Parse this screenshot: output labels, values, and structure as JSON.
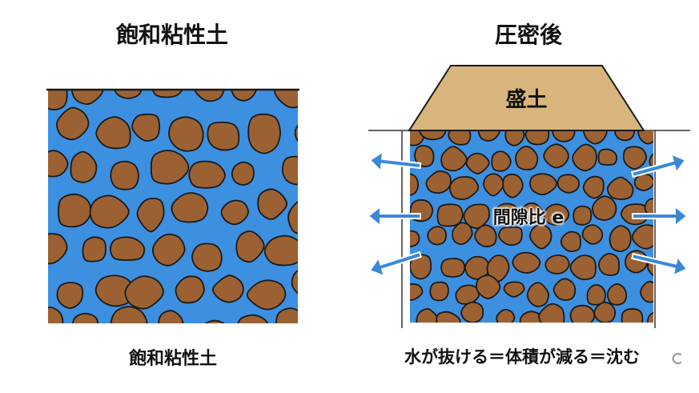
{
  "left_panel": {
    "title": "飽和粘性土",
    "caption": "飽和粘性土"
  },
  "right_panel": {
    "title": "圧密後",
    "embankment_label": "盛土",
    "void_ratio_label": "間隙比 e",
    "caption": "水が抜ける＝体積が減る＝沈む"
  },
  "colors": {
    "water": "#3d8fe0",
    "soil_particle": "#9b6132",
    "embankment": "#d8b57c",
    "arrow": "#3b88d8",
    "outline": "#1a1a1a"
  },
  "icons": [
    "water-outflow-arrow-icon",
    "watermark-icon"
  ]
}
